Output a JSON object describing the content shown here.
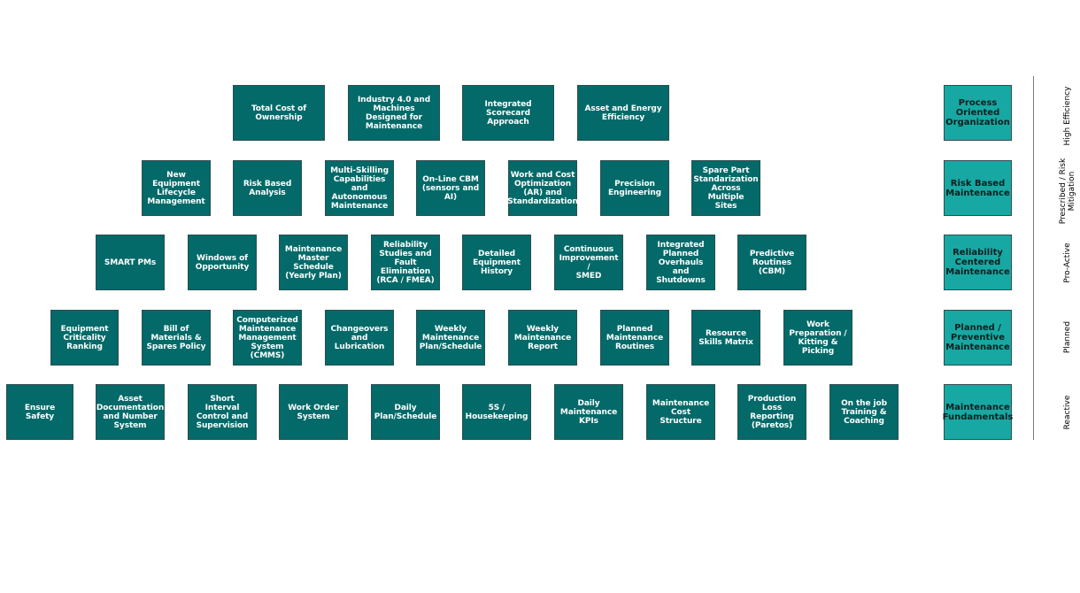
{
  "rows": [
    {
      "items": [
        "Total Cost of\nOwnership",
        "Industry 4.0 and\nMachines Designed for\nMaintenance",
        "Integrated Scorecard\nApproach",
        "Asset and Energy\nEfficiency"
      ],
      "level": "Process\nOriented\nOrganization",
      "side": "High Efficiency"
    },
    {
      "items": [
        "New Equipment\nLifecycle\nManagement",
        "Risk Based\nAnalysis",
        "Multi-Skilling\nCapabilities and\nAutonomous\nMaintenance",
        "On-Line CBM\n(sensors and AI)",
        "Work  and Cost\nOptimization\n(AR) and\nStandardization",
        "Precision\nEngineering",
        "Spare Part\nStandarization\nAcross Multiple\nSites"
      ],
      "level": "Risk Based\nMaintenance",
      "side": "Prescribed / Risk\nMitigation"
    },
    {
      "items": [
        "SMART PMs",
        "Windows of\nOpportunity",
        "Maintenance\nMaster Schedule\n(Yearly Plan)",
        "Reliability\nStudies and\nFault Elimination\n(RCA / FMEA)",
        "Detailed\nEquipment\nHistory",
        "Continuous\nImprovement /\nSMED",
        "Integrated\nPlanned\nOverhauls and\nShutdowns",
        "Predictive\nRoutines (CBM)"
      ],
      "level": "Reliability\nCentered\nMaintenance",
      "side": "Pro-Active"
    },
    {
      "items": [
        "Equipment\nCriticality\nRanking",
        "Bill of\nMaterials  &\nSpares Policy",
        "Computerized\nMaintenance\nManagement\nSystem  (CMMS)",
        "Changeovers\nand Lubrication",
        "Weekly\nMaintenance\nPlan/Schedule",
        "Weekly\nMaintenance\nReport",
        "Planned\nMaintenance\nRoutines",
        "Resource\nSkills Matrix",
        "Work\nPreparation /\nKitting & Picking"
      ],
      "level": "Planned /\nPreventive\nMaintenance",
      "side": "Planned"
    },
    {
      "items": [
        "Ensure Safety",
        "Asset\nDocumentation\nand Number\nSystem",
        "Short Interval\nControl and\nSupervision",
        "Work Order\nSystem",
        "Daily\nPlan/Schedule",
        "5S /\nHousekeeping",
        "Daily\nMaintenance\nKPIs",
        "Maintenance\nCost Structure",
        "Production\nLoss Reporting\n(Paretos)",
        "On the job\nTraining &\nCoaching"
      ],
      "level": "Maintenance\nFundamentals",
      "side": "Reactive"
    }
  ],
  "colors": {
    "box": "#036A69",
    "level": "#18A8A3",
    "border": "#2B4F4E"
  }
}
